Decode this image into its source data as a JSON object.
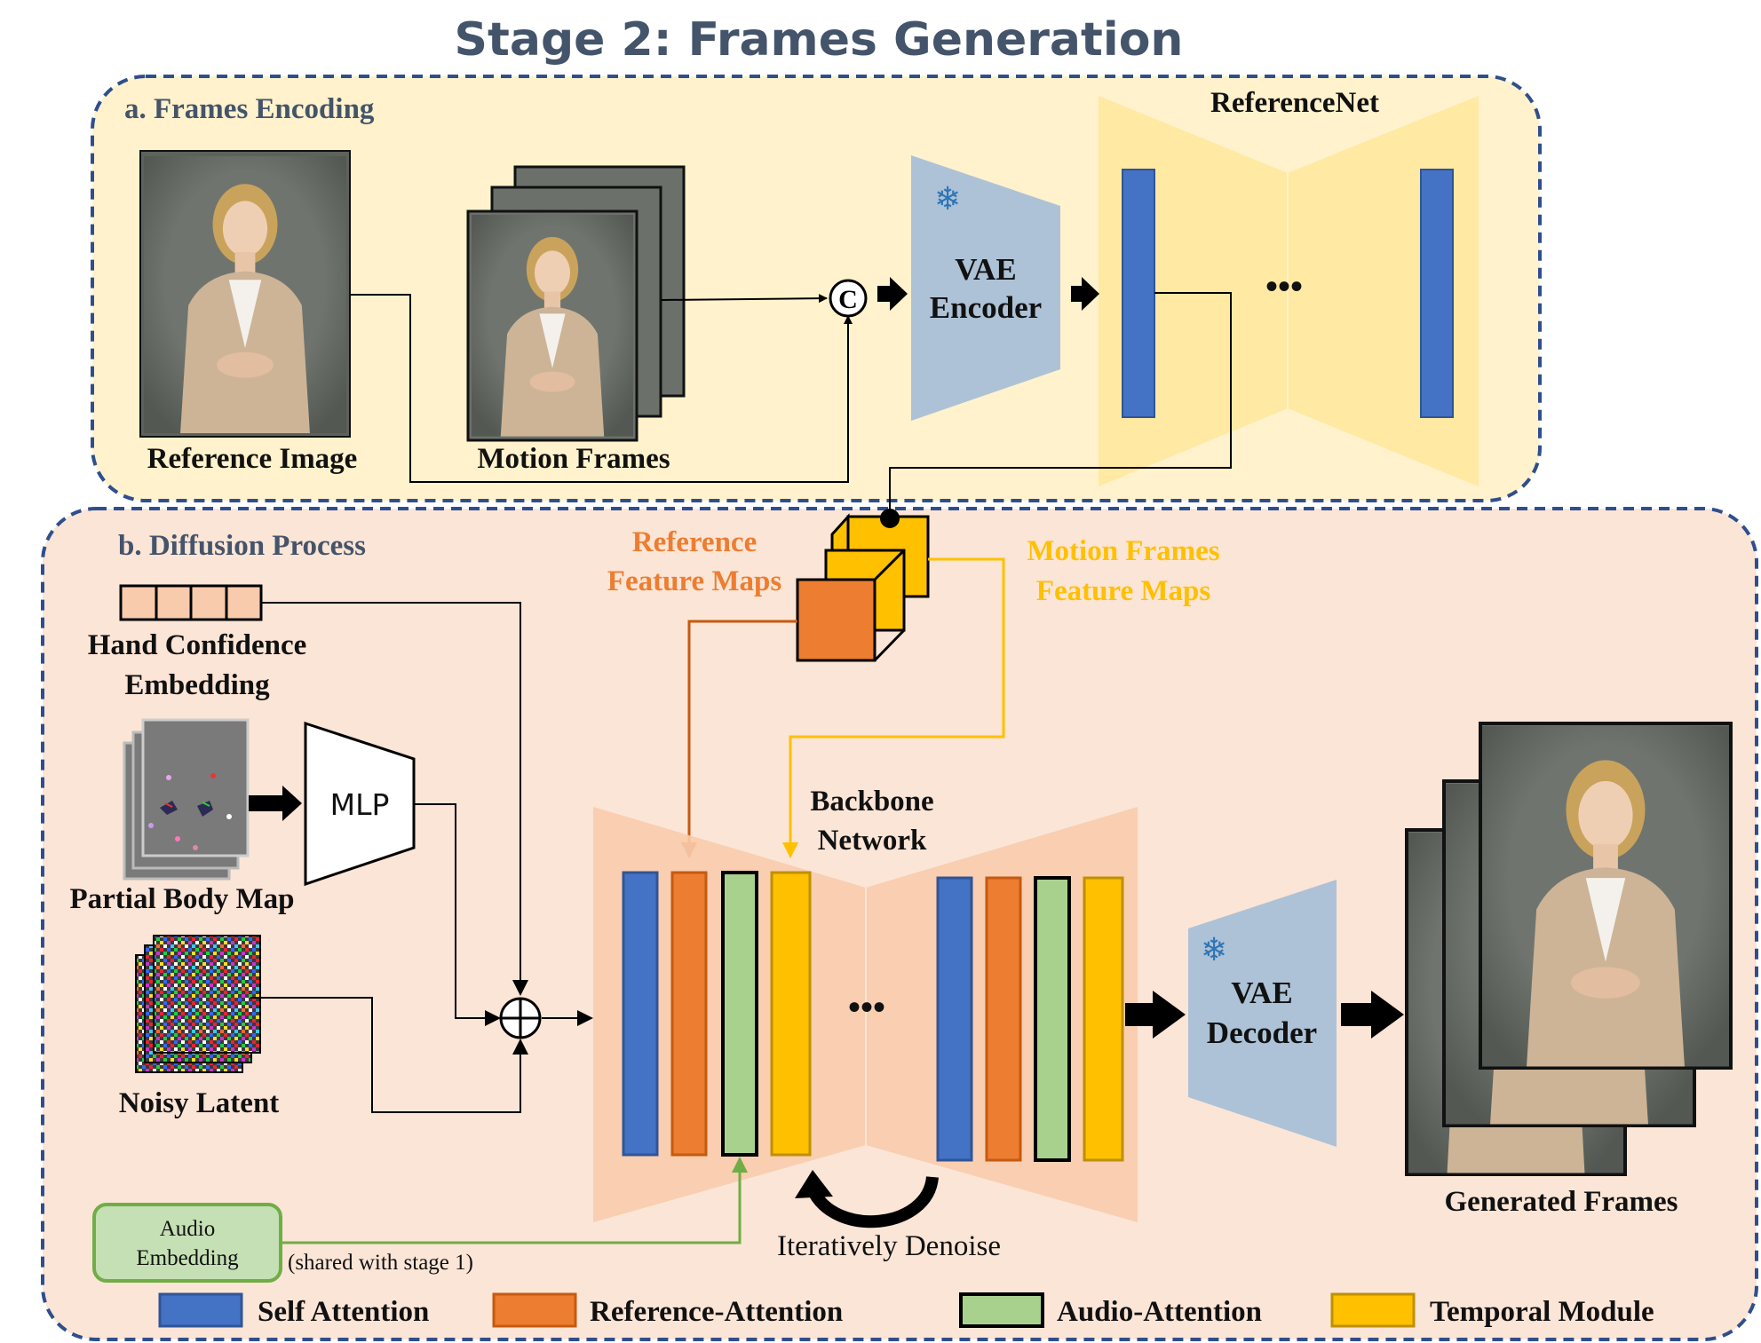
{
  "title": "Stage 2: Frames Generation",
  "sections": {
    "encoding": {
      "label": "a. Frames Encoding"
    },
    "diffusion": {
      "label": "b. Diffusion Process"
    }
  },
  "encoding": {
    "reference_image_label": "Reference Image",
    "motion_frames_label": "Motion Frames",
    "concat_symbol": "C",
    "vae_encoder": [
      "VAE",
      "Encoder"
    ],
    "referencenet_label": "ReferenceNet",
    "ellipsis": "•••"
  },
  "diffusion": {
    "hand_confidence": [
      "Hand Confidence",
      "Embedding"
    ],
    "partial_body_map_label": "Partial Body Map",
    "mlp_label": "MLP",
    "noisy_latent_label": "Noisy Latent",
    "reference_feature_maps": [
      "Reference",
      "Feature Maps"
    ],
    "motion_feature_maps": [
      "Motion Frames",
      "Feature Maps"
    ],
    "backbone": [
      "Backbone",
      "Network"
    ],
    "ellipsis": "•••",
    "iteratively_denoise": "Iteratively Denoise",
    "vae_decoder": [
      "VAE",
      "Decoder"
    ],
    "generated_frames_label": "Generated Frames",
    "audio_embedding": [
      "Audio",
      "Embedding"
    ],
    "shared_note": "(shared with stage 1)"
  },
  "legend": [
    {
      "label": "Self Attention",
      "color": "#4472C4"
    },
    {
      "label": "Reference-Attention",
      "color": "#ED7D31"
    },
    {
      "label": "Audio-Attention",
      "color": "#A9D18E"
    },
    {
      "label": "Temporal Module",
      "color": "#FFC000"
    }
  ],
  "colors": {
    "title": "#44546A",
    "panel_a_fill": "#FFF2CC",
    "panel_b_fill": "#FBE5D6",
    "panel_border": "#2F4E8C",
    "vae": "#ADC2D6",
    "referencenet": "#FFE699",
    "backbone": "#F8CBAD",
    "ref_line": "#C55A11",
    "motion_line": "#FFC000",
    "audio_line": "#70AD47",
    "orange_text": "#ED7D31",
    "yellow_text": "#FFC000"
  }
}
